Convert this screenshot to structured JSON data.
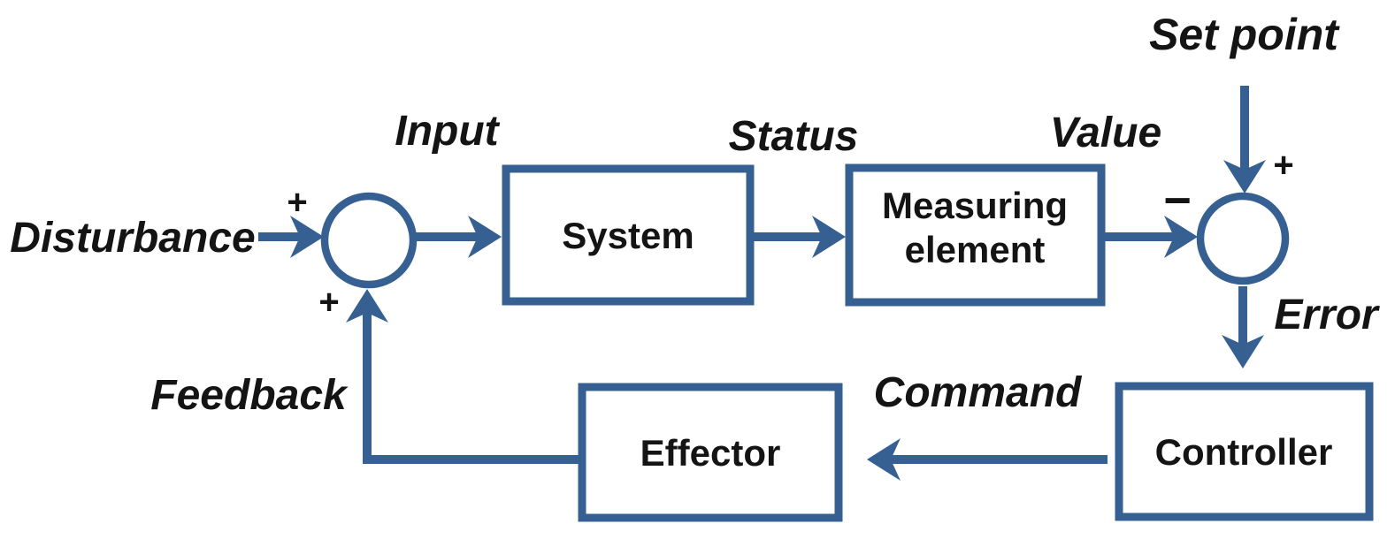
{
  "colors": {
    "accent": "#366092",
    "text": "#141414",
    "background": "#ffffff"
  },
  "blocks": {
    "system": "System",
    "measuring_element_line1": "Measuring",
    "measuring_element_line2": "element",
    "effector": "Effector",
    "controller": "Controller"
  },
  "flow_labels": {
    "disturbance": "Disturbance",
    "input": "Input",
    "status": "Status",
    "value": "Value",
    "set_point": "Set point",
    "error": "Error",
    "command": "Command",
    "feedback": "Feedback"
  },
  "signs": {
    "disturbance_plus": "+",
    "feedback_plus": "+",
    "set_point_plus": "+",
    "value_minus": "−"
  }
}
